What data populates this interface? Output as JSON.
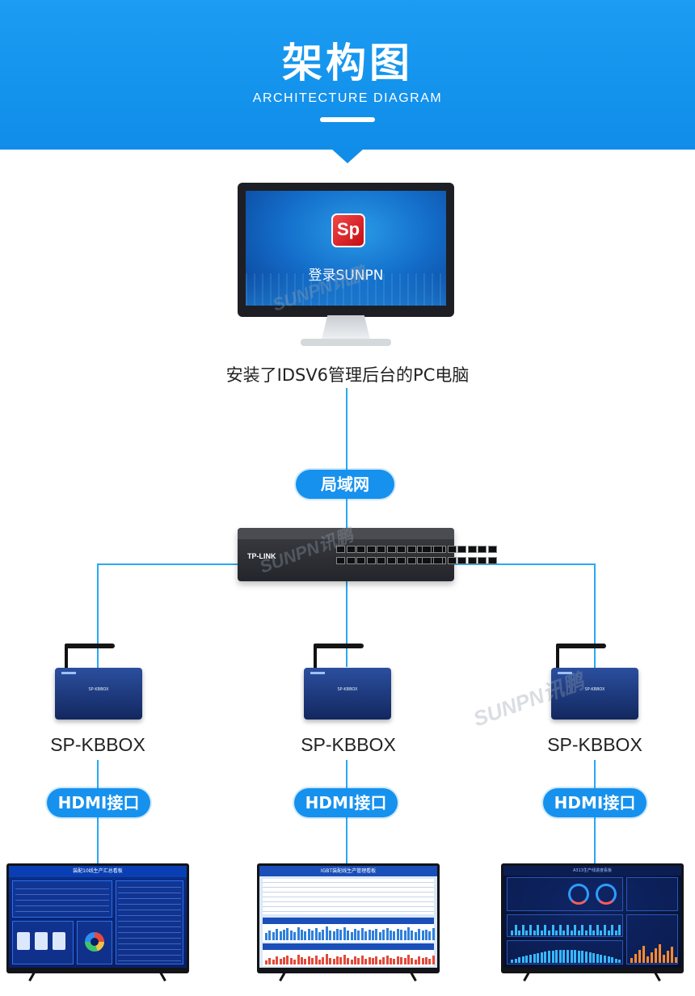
{
  "header": {
    "title": "架构图",
    "subtitle": "ARCHITECTURE DIAGRAM",
    "background_color": "#1691ee"
  },
  "pc": {
    "logo_text": "Sp",
    "screen_text": "登录SUNPN",
    "label": "安装了IDSV6管理后台的PC电脑"
  },
  "network": {
    "label": "局域网",
    "switch_brand": "TP-LINK"
  },
  "devices": [
    {
      "label": "SP-KBBOX",
      "interface": "HDMI接口"
    },
    {
      "label": "SP-KBBOX",
      "interface": "HDMI接口"
    },
    {
      "label": "SP-KBBOX",
      "interface": "HDMI接口"
    }
  ],
  "screens": [
    {
      "title": "装配10线生产汇总看板"
    },
    {
      "title": "IGBT装配线生产管理看板"
    },
    {
      "title": "A313生产线进度看板"
    }
  ],
  "watermark": "SUNPN讯鹏",
  "colors": {
    "accent": "#1691ee",
    "connector": "#29a8f5"
  }
}
